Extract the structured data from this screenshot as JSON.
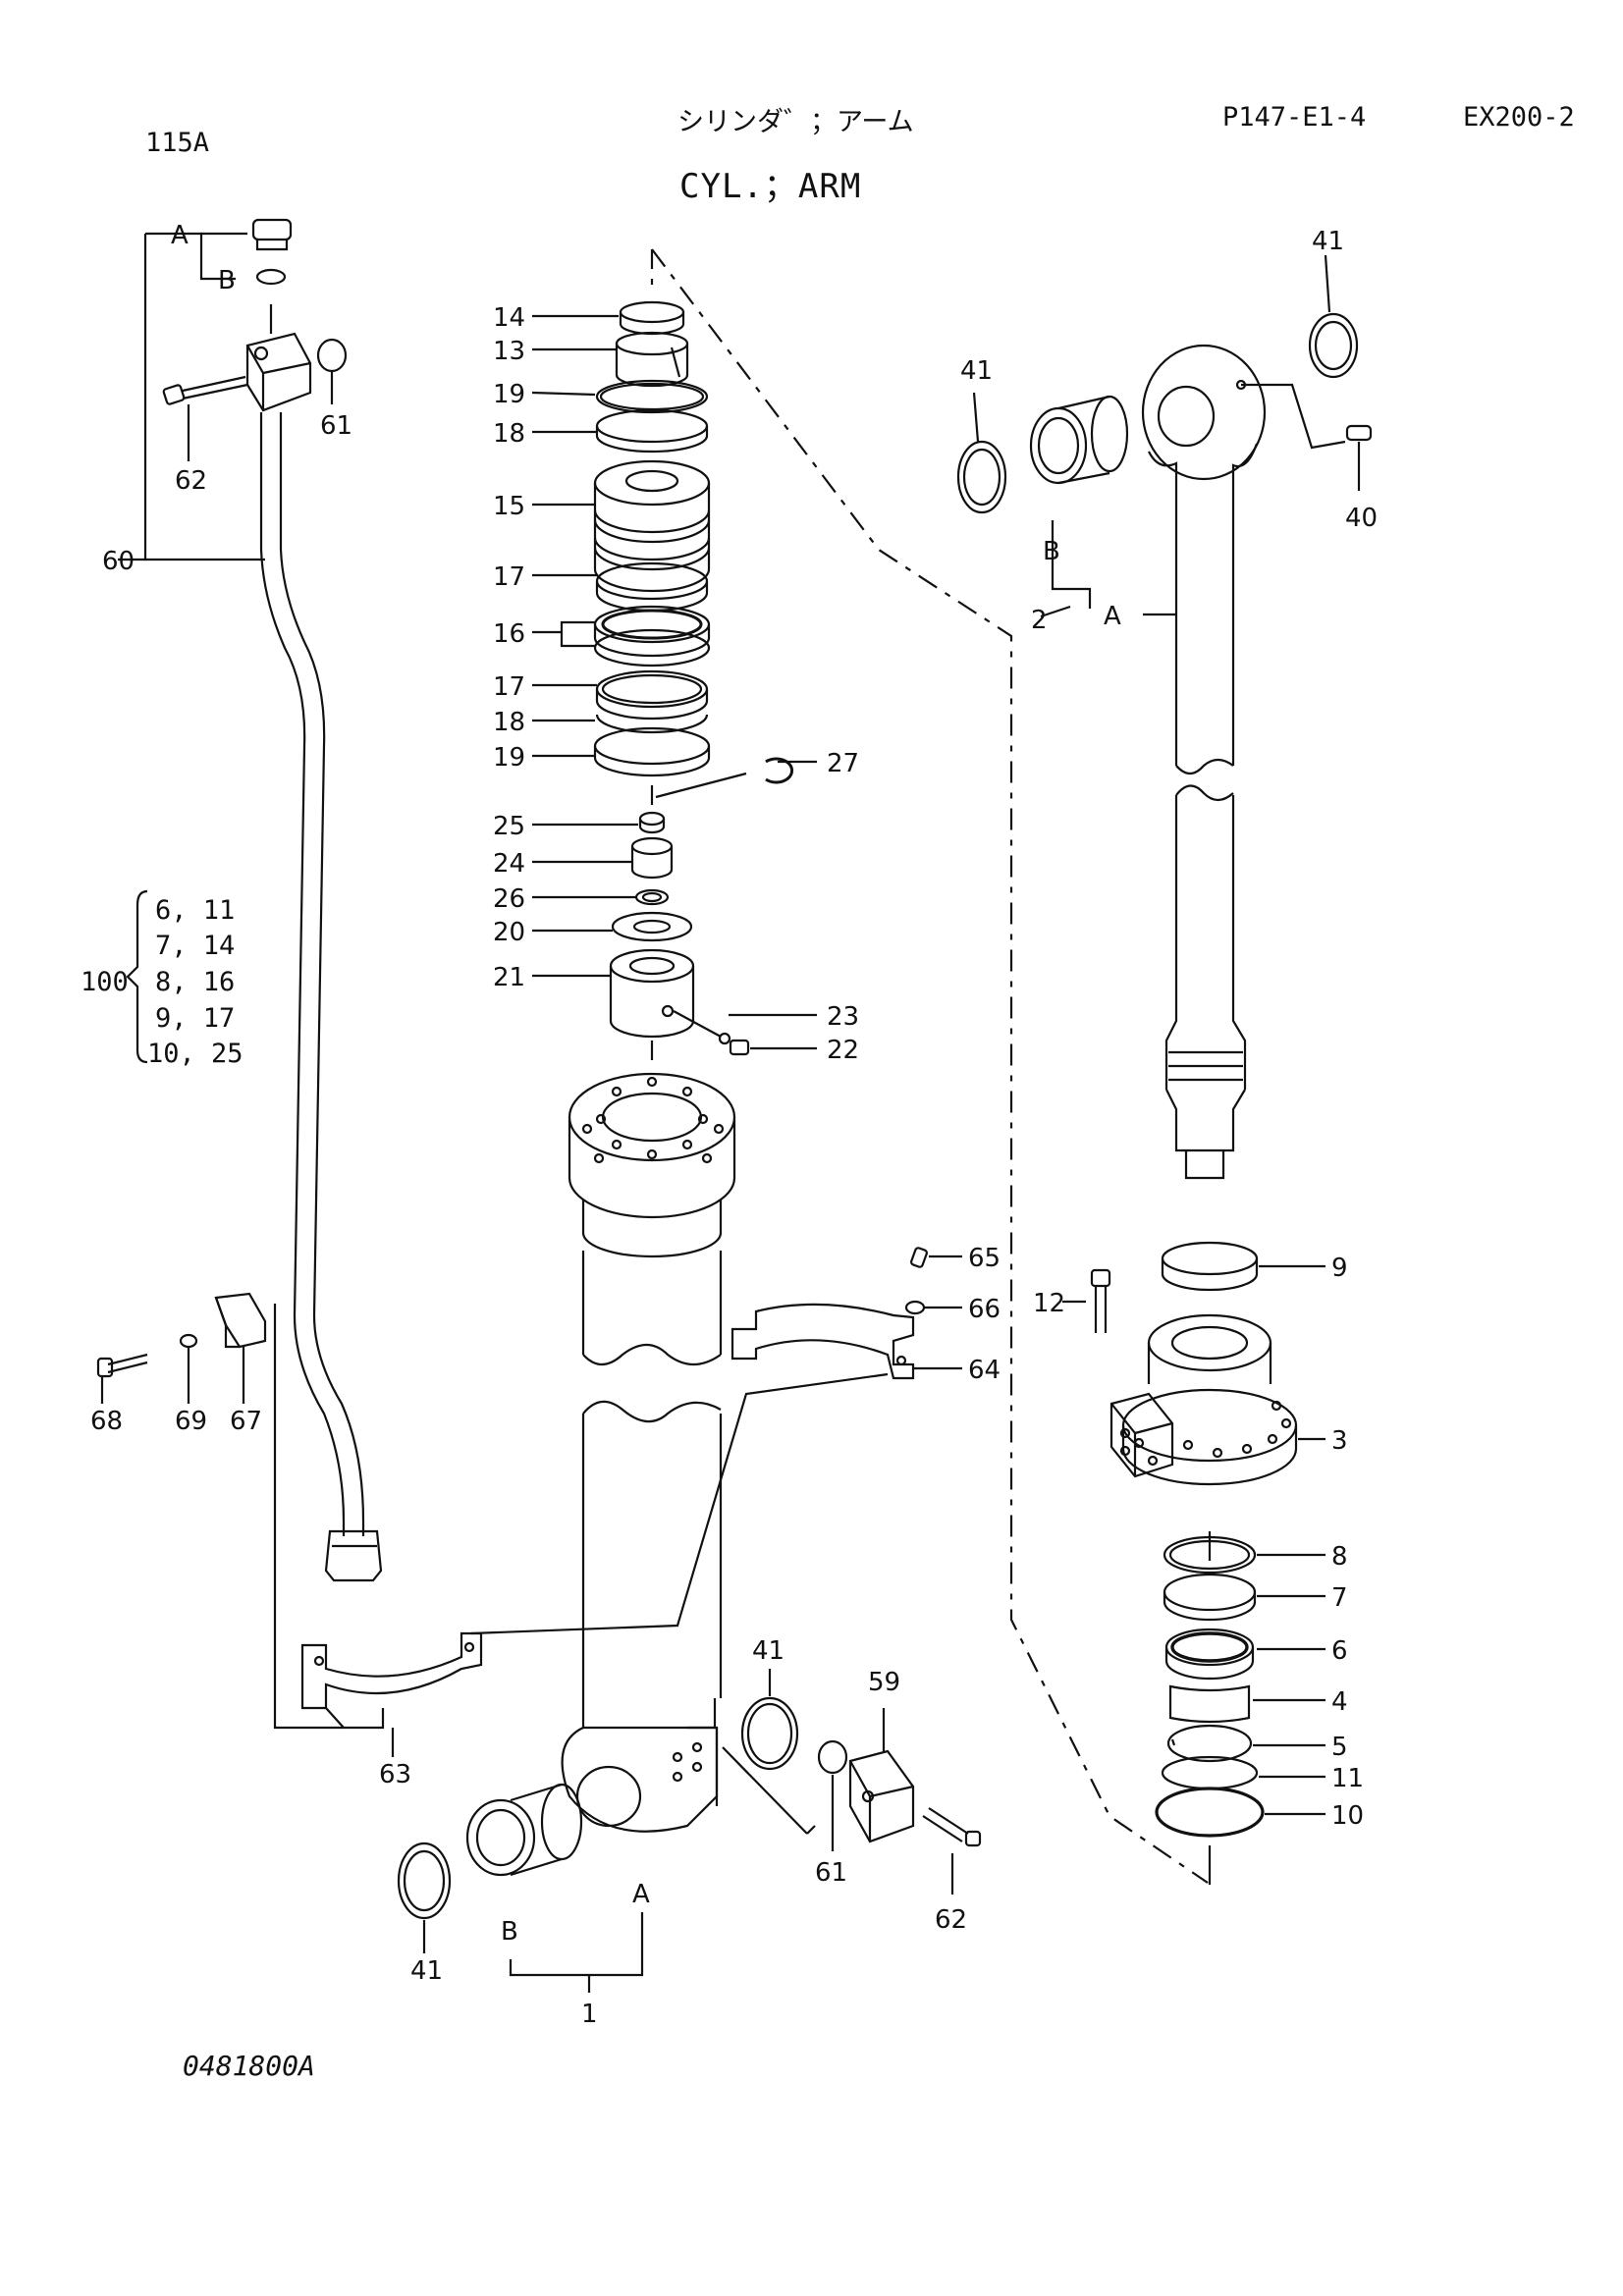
{
  "header": {
    "page_code": "115A",
    "title_jp": "シリンダ゛；アーム",
    "title_en": "CYL.；ARM",
    "part_ref": "P147-E1-4",
    "model": "EX200-2"
  },
  "footer": {
    "drawing_no": "0481800A"
  },
  "kit_100": {
    "label": "100",
    "rows": [
      "6, 11",
      "7, 14",
      "8, 16",
      "9, 17",
      "10, 25"
    ]
  },
  "callouts": {
    "c14": "14",
    "c13": "13",
    "c19a": "19",
    "c18a": "18",
    "c15": "15",
    "c17a": "17",
    "c16": "16",
    "c17b": "17",
    "c18b": "18",
    "c19b": "19",
    "c27": "27",
    "c25": "25",
    "c24": "24",
    "c26": "26",
    "c20": "20",
    "c21": "21",
    "c23": "23",
    "c22": "22",
    "c60": "60",
    "c61a": "61",
    "c62a": "62",
    "c60A": "A",
    "c60B": "B",
    "c41a": "41",
    "c41b": "41",
    "c40": "40",
    "c2": "2",
    "c2A": "A",
    "c2B": "B",
    "c65": "65",
    "c66": "66",
    "c64": "64",
    "c9": "9",
    "c12": "12",
    "c3": "3",
    "c8": "8",
    "c7": "7",
    "c6": "6",
    "c4": "4",
    "c5": "5",
    "c11": "11",
    "c10": "10",
    "c68": "68",
    "c69": "69",
    "c67": "67",
    "c63": "63",
    "c41c": "41",
    "c59": "59",
    "c61b": "61",
    "c62b": "62",
    "c41d": "41",
    "c1B": "B",
    "c1A": "A",
    "c1": "1"
  }
}
